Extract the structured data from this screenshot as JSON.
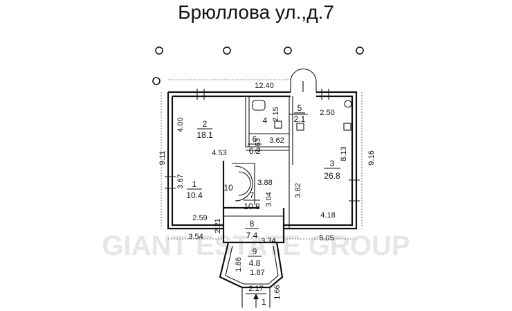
{
  "title": "Брюллова ул.,д.7",
  "rooms": [
    {
      "num": "1",
      "area": "10.4"
    },
    {
      "num": "2",
      "area": "18.1"
    },
    {
      "num": "3",
      "area": "26.8"
    },
    {
      "num": "4",
      "area": ""
    },
    {
      "num": "5",
      "area": "2.1"
    },
    {
      "num": "6",
      "area": "6.2"
    },
    {
      "num": "7",
      "area": "10.8"
    },
    {
      "num": "8",
      "area": "7.4"
    },
    {
      "num": "9",
      "area": "4.8"
    },
    {
      "num": "10",
      "area": ""
    }
  ],
  "dimensions": [
    "12.40",
    "9.11",
    "9.16",
    "4.00",
    "4.53",
    "3.67",
    "2.59",
    "3.54",
    "2.15",
    "1.63",
    "3.62",
    "2.50",
    "8.13",
    "3.82",
    "4.18",
    "5.05",
    "3.88",
    "3.04",
    "2.21",
    "3.34",
    "1.86",
    "1.87",
    "2.17",
    "1.66"
  ],
  "entrance_mark": "1",
  "watermark": "GIANT ESTATE GROUP"
}
